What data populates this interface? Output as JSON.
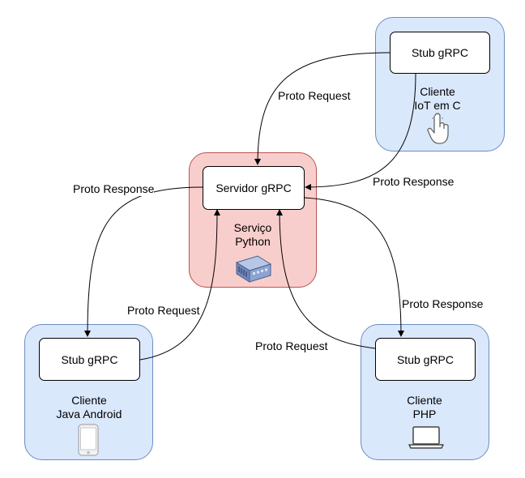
{
  "stub_label": "Stub gRPC",
  "server_label": "Servidor gRPC",
  "proto_request": "Proto Request",
  "proto_response": "Proto Response",
  "clients": {
    "iot": {
      "line1": "Cliente",
      "line2": "IoT em C",
      "icon": "hand-pointer-icon"
    },
    "android": {
      "line1": "Cliente",
      "line2": "Java Android",
      "icon": "smartphone-icon"
    },
    "php": {
      "line1": "Cliente",
      "line2": "PHP",
      "icon": "laptop-icon"
    }
  },
  "service": {
    "line1": "Serviço",
    "line2": "Python",
    "icon": "server-rack-icon"
  },
  "colors": {
    "client_fill": "#dae8fc",
    "client_stroke": "#6c8ebf",
    "service_fill": "#f8cecc",
    "service_stroke": "#b85450"
  }
}
